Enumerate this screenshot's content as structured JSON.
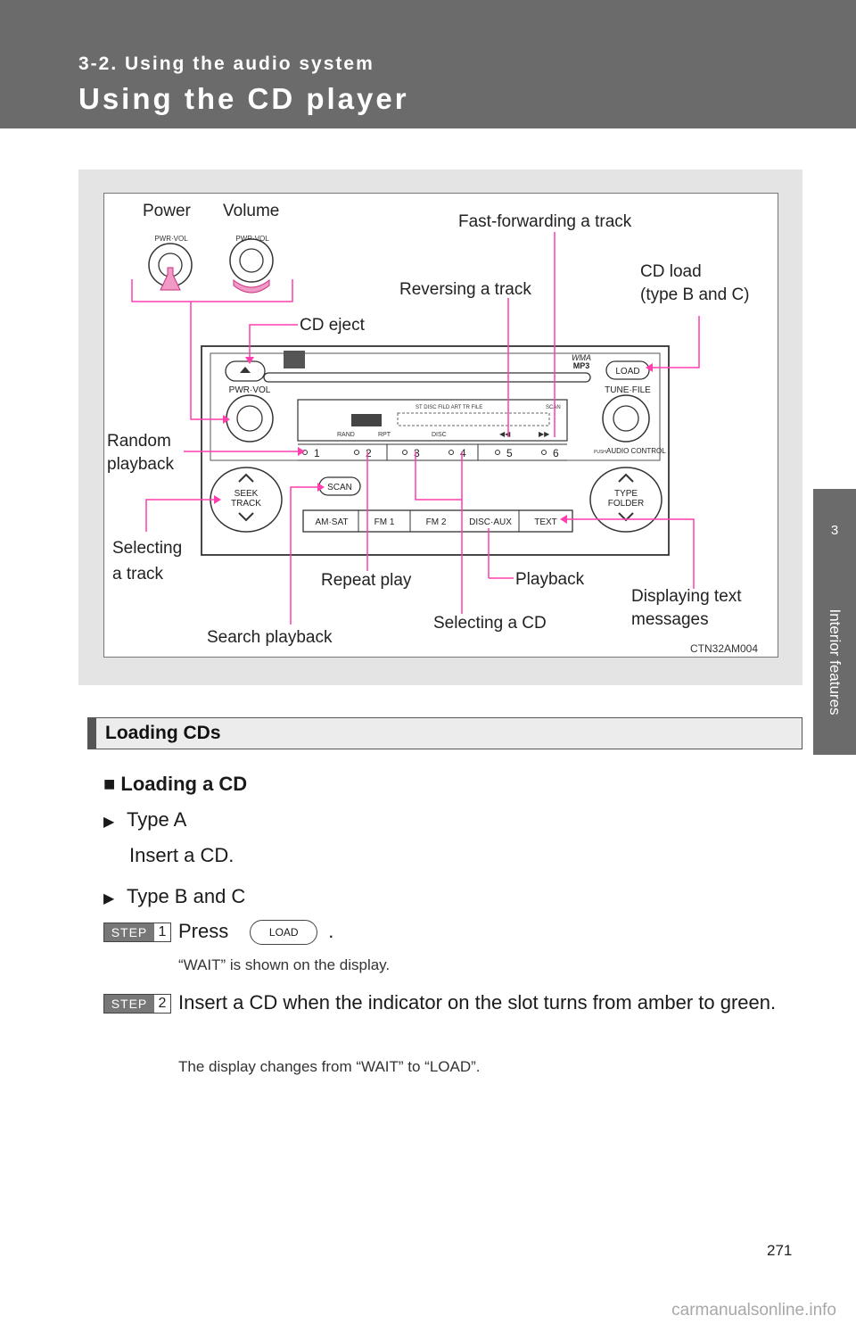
{
  "header": {
    "section_label": "3-2. Using the audio system",
    "title": "Using the CD player"
  },
  "side_tab": {
    "number": "3",
    "label": "Interior features"
  },
  "figure": {
    "code": "CTN32AM004",
    "callouts": {
      "power": "Power",
      "volume": "Volume",
      "fast_forward": "Fast-forwarding a track",
      "cd_load_1": "CD load",
      "cd_load_2": "(type B and C)",
      "reversing": "Reversing a track",
      "cd_eject": "CD eject",
      "random_1": "Random",
      "random_2": "playback",
      "selecting_track_1": "Selecting",
      "selecting_track_2": "a track",
      "repeat": "Repeat play",
      "playback": "Playback",
      "displaying_text_1": "Displaying text",
      "displaying_text_2": "messages",
      "selecting_cd": "Selecting a CD",
      "search": "Search playback"
    },
    "unit": {
      "pwr_vol": "PWR·VOL",
      "tune_file": "TUNE·FILE",
      "load": "LOAD",
      "wma": "WMA",
      "mp3": "MP3",
      "audio_control": "AUDIO CONTROL",
      "push": "PUSH",
      "seek_1": "SEEK",
      "seek_2": "TRACK",
      "type_1": "TYPE",
      "type_2": "FOLDER",
      "scan": "SCAN",
      "presets": [
        "1",
        "2",
        "3",
        "4",
        "5",
        "6"
      ],
      "bands": [
        "AM·SAT",
        "FM 1",
        "FM 2",
        "DISC·AUX",
        "TEXT"
      ],
      "disp_top": "ST  DISC      FILD  ART  TR  FILE",
      "disp_scan": "SCAN",
      "disp_rand": "RAND",
      "disp_rpt": "RPT",
      "disp_disc": "DISC"
    }
  },
  "section": {
    "title": "Loading CDs"
  },
  "content": {
    "sub_heading": "Loading a CD",
    "type_a": "Type A",
    "type_a_text": "Insert a CD.",
    "type_bc": "Type B and C",
    "step_word": "STEP",
    "step1_num": "1",
    "step1_press": "Press",
    "step1_button": "LOAD",
    "step1_end": ".",
    "step1_note": "“WAIT” is shown on the display.",
    "step2_num": "2",
    "step2_text": "Insert a CD when the indicator on the slot turns from amber to green.",
    "step2_note": "The display changes from “WAIT” to “LOAD”."
  },
  "page_number": "271",
  "watermark": "carmanualsonline.info",
  "colors": {
    "callout_line": "#ff3fae",
    "header_bg": "#6b6b6b",
    "text": "#1a1a1a"
  }
}
